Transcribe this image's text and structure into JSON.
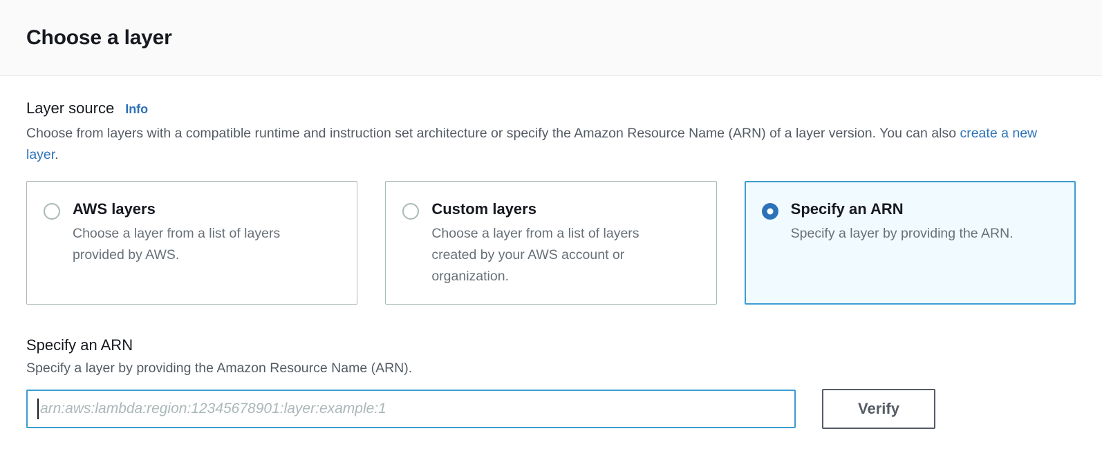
{
  "header": {
    "title": "Choose a layer"
  },
  "layer_source": {
    "label": "Layer source",
    "info_label": "Info",
    "description_part1": "Choose from layers with a compatible runtime and instruction set architecture or specify the Amazon Resource Name (ARN) of a layer version. You can also ",
    "description_link": "create a new layer",
    "description_part2": ".",
    "options": [
      {
        "title": "AWS layers",
        "description": "Choose a layer from a list of layers provided by AWS.",
        "selected": false
      },
      {
        "title": "Custom layers",
        "description": "Choose a layer from a list of layers created by your AWS account or organization.",
        "selected": false
      },
      {
        "title": "Specify an ARN",
        "description": "Specify a layer by providing the ARN.",
        "selected": true
      }
    ]
  },
  "arn_section": {
    "label": "Specify an ARN",
    "hint": "Specify a layer by providing the Amazon Resource Name (ARN).",
    "input_value": "",
    "input_placeholder": "arn:aws:lambda:region:12345678901:layer:example:1",
    "verify_label": "Verify"
  },
  "colors": {
    "accent_blue": "#2d72b8",
    "focus_blue": "#3b9dd1",
    "selected_fill": "#f1faff",
    "border_gray": "#aab7b8",
    "text_dark": "#16191f",
    "text_secondary": "#545b64",
    "header_bg": "#fafafa"
  }
}
